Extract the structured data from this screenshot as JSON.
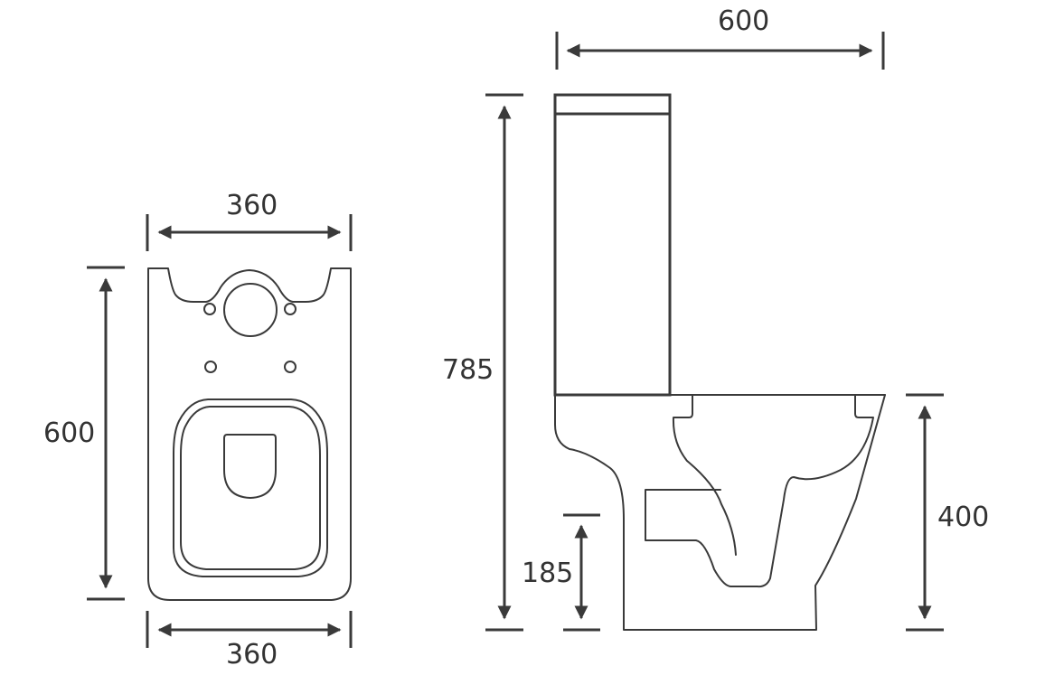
{
  "diagram": {
    "subject": "close-coupled toilet technical drawing",
    "units": "mm",
    "colors": {
      "line": "#3a3a3a",
      "text": "#333333",
      "background": "#ffffff"
    },
    "top_view": {
      "name": "plan view",
      "dimensions": {
        "width_top": "360",
        "width_bottom": "360",
        "depth": "600"
      }
    },
    "side_view": {
      "name": "side elevation",
      "dimensions": {
        "projection": "600",
        "total_height": "785",
        "pan_height": "400",
        "outlet_height": "185"
      }
    }
  }
}
